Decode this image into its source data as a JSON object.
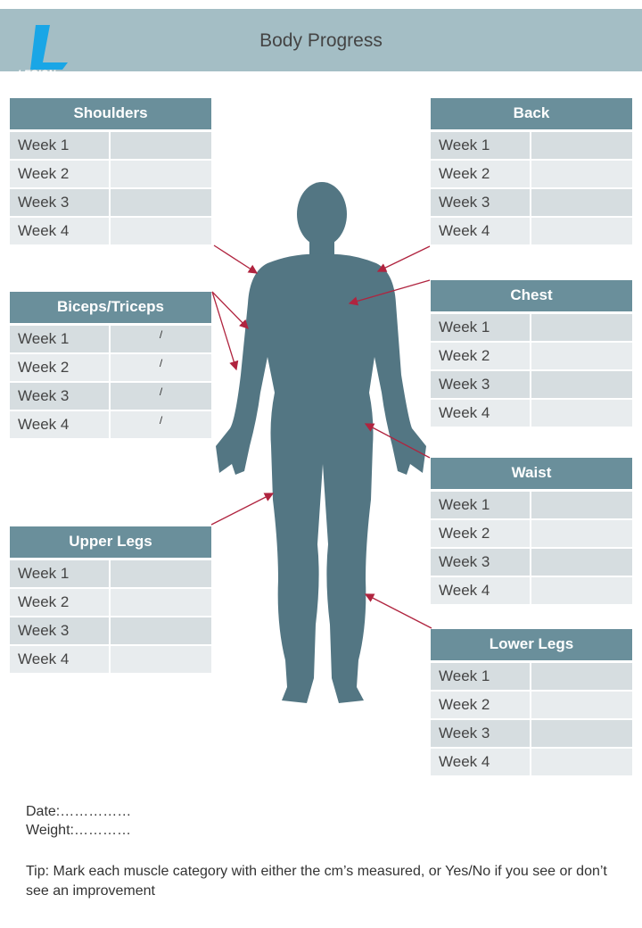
{
  "header": {
    "title": "Body Progress",
    "logo_text": "LEGION ATHLETICS"
  },
  "colors": {
    "header_bg": "#a4bec5",
    "table_header": "#6a8f9b",
    "arrow": "#b0243f",
    "silhouette": "#537683"
  },
  "tables": {
    "shoulders": {
      "title": "Shoulders",
      "rows": [
        {
          "label": "Week 1",
          "value": ""
        },
        {
          "label": "Week 2",
          "value": ""
        },
        {
          "label": "Week 3",
          "value": ""
        },
        {
          "label": "Week 4",
          "value": ""
        }
      ]
    },
    "back": {
      "title": "Back",
      "rows": [
        {
          "label": "Week 1",
          "value": ""
        },
        {
          "label": "Week 2",
          "value": ""
        },
        {
          "label": "Week 3",
          "value": ""
        },
        {
          "label": "Week 4",
          "value": ""
        }
      ]
    },
    "biceps": {
      "title": "Biceps/Triceps",
      "rows": [
        {
          "label": "Week 1",
          "value": "/"
        },
        {
          "label": "Week 2",
          "value": "/"
        },
        {
          "label": "Week 3",
          "value": "/"
        },
        {
          "label": "Week 4",
          "value": "/"
        }
      ]
    },
    "chest": {
      "title": "Chest",
      "rows": [
        {
          "label": "Week 1",
          "value": ""
        },
        {
          "label": "Week 2",
          "value": ""
        },
        {
          "label": "Week 3",
          "value": ""
        },
        {
          "label": "Week 4",
          "value": ""
        }
      ]
    },
    "waist": {
      "title": "Waist",
      "rows": [
        {
          "label": "Week 1",
          "value": ""
        },
        {
          "label": "Week 2",
          "value": ""
        },
        {
          "label": "Week 3",
          "value": ""
        },
        {
          "label": "Week 4",
          "value": ""
        }
      ]
    },
    "upper_legs": {
      "title": "Upper Legs",
      "rows": [
        {
          "label": "Week 1",
          "value": ""
        },
        {
          "label": "Week 2",
          "value": ""
        },
        {
          "label": "Week 3",
          "value": ""
        },
        {
          "label": "Week 4",
          "value": ""
        }
      ]
    },
    "lower_legs": {
      "title": "Lower Legs",
      "rows": [
        {
          "label": "Week 1",
          "value": ""
        },
        {
          "label": "Week 2",
          "value": ""
        },
        {
          "label": "Week 3",
          "value": ""
        },
        {
          "label": "Week 4",
          "value": ""
        }
      ]
    }
  },
  "footer": {
    "date": "Date:……………",
    "weight": "Weight:…………",
    "tip": "Tip:  Mark each muscle category with either the cm’s measured, or Yes/No if you see or don’t see an improvement"
  }
}
